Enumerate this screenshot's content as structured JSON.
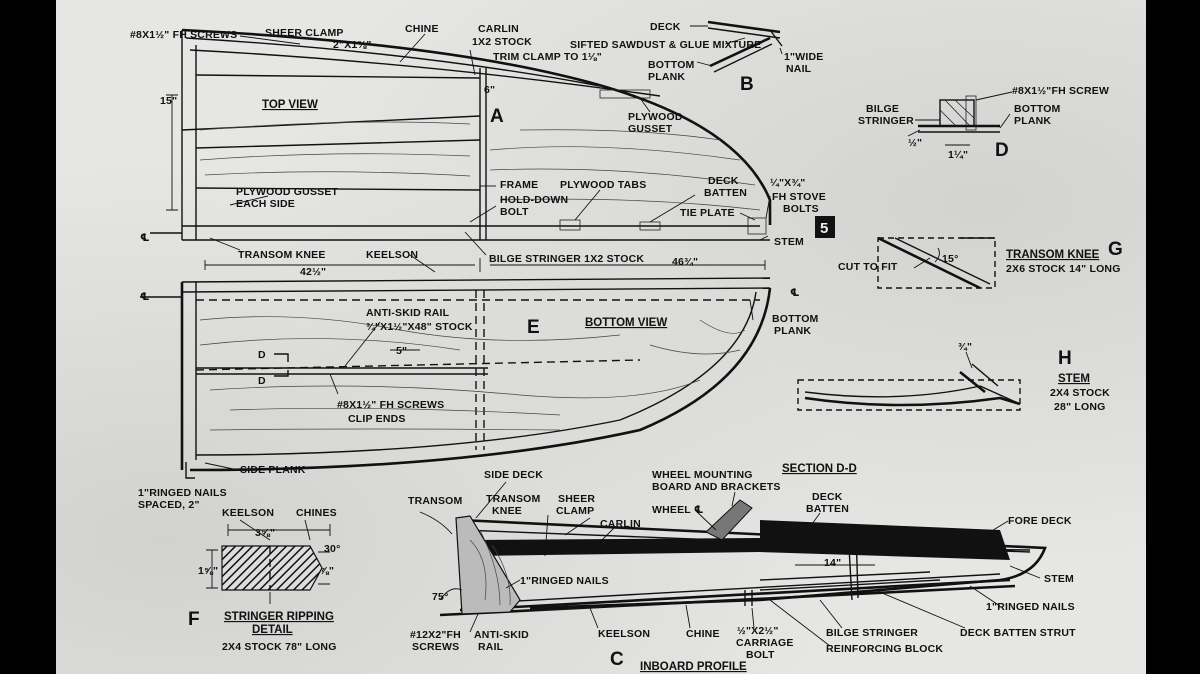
{
  "labels": {
    "fh_screws_top": "#8X1½\" FH SCREWS",
    "sheer_clamp_top": "SHEER CLAMP",
    "sheer_clamp_dim": "2\"X1⅜\"",
    "chine_top": "CHINE",
    "carlin_top": "CARLIN",
    "carlin_stock": "1X2 STOCK",
    "trim_clamp": "TRIM CLAMP TO 1⅛\"",
    "dim_15": "15\"",
    "dim_6": "6\"",
    "top_view": "TOP VIEW",
    "plywood_gusset": "PLYWOOD",
    "plywood_gusset2": "GUSSET",
    "plywood_gusset_each": "PLYWOOD GUSSET",
    "each_side": "EACH SIDE",
    "frame": "FRAME",
    "hold_down": "HOLD-DOWN",
    "bolt": "BOLT",
    "plywood_tabs": "PLYWOOD TABS",
    "deck_batten": "DECK",
    "deck_batten2": "BATTEN",
    "tie_plate": "TIE PLATE",
    "stove_bolts_dim": "¼\"X¾\"",
    "stove_bolts": "FH STOVE",
    "stove_bolts2": "BOLTS",
    "stem_top": "STEM",
    "cl_left": "℄",
    "cl_right": "℄",
    "transom_knee_top": "TRANSOM KNEE",
    "keelson_top": "KEELSON",
    "bilge_stringer_top": "BILGE STRINGER 1X2 STOCK",
    "dim_42": "42½\"",
    "dim_46": "46¾\"",
    "anti_skid": "ANTI-SKID RAIL",
    "anti_skid_stock": "¾\"X1½\"X48\" STOCK",
    "dim_5": "5\"",
    "d_upper": "D",
    "d_lower": "D",
    "bottom_view": "BOTTOM VIEW",
    "bottom_plank_right": "BOTTOM",
    "bottom_plank_right2": "PLANK",
    "fh_screws_clip": "#8X1½\" FH SCREWS",
    "clip_ends": "CLIP ENDS",
    "ringed_nails_bl": "1\"RINGED NAILS",
    "spaced": "SPACED, 2\"",
    "side_plank": "SIDE PLANK",
    "deck_b": "DECK",
    "sifted": "SIFTED SAWDUST & GLUE MIXTURE",
    "bottom_plank_b": "BOTTOM",
    "bottom_plank_b2": "PLANK",
    "wide_nail": "1\"WIDE",
    "wide_nail2": "NAIL",
    "bilge_d": "BILGE",
    "stringer_d": "STRINGER",
    "fh_screw_d": "#8X1½\"FH SCREW",
    "bottom_plank_d": "BOTTOM",
    "bottom_plank_d2": "PLANK",
    "dim_half_d": "½\"",
    "dim_quarter_d": "1¼\"",
    "cut_to_fit": "CUT TO FIT",
    "deg_15": "15°",
    "transom_knee_g": "TRANSOM KNEE",
    "transom_knee_g_stock": "2X6 STOCK 14\" LONG",
    "stem_h_dim": "¾\"",
    "stem_h": "STEM",
    "stem_h_stock": "2X4 STOCK",
    "stem_h_long": "28\" LONG",
    "keelson_f": "KEELSON",
    "chines_f": "CHINES",
    "dim_35_8": "3⅝\"",
    "deg_30": "30°",
    "dim_1_5_8": "1⅝\"",
    "dim_side_f": "⅞\"",
    "stringer_ripping": "STRINGER RIPPING",
    "detail": "DETAIL",
    "stringer_stock": "2X4 STOCK 78\" LONG",
    "side_deck": "SIDE DECK",
    "transom": "TRANSOM",
    "transom_knee_c": "TRANSOM",
    "transom_knee_c2": "KNEE",
    "sheer_clamp_c": "SHEER",
    "sheer_clamp_c2": "CLAMP",
    "carlin_c": "CARLIN",
    "wheel_mounting": "WHEEL MOUNTING",
    "board_brackets": "BOARD AND BRACKETS",
    "wheel_cl": "WHEEL ℄",
    "section_dd": "SECTION D-D",
    "deck_batten_c": "DECK",
    "deck_batten_c2": "BATTEN",
    "fore_deck": "FORE DECK",
    "dim_14": "14\"",
    "stem_c": "STEM",
    "ringed_nails_c": "1\"RINGED NAILS",
    "ringed_nails_c2": "1\"RINGED NAILS",
    "deg_75": "75°",
    "fh_screws_c": "#12X2\"FH",
    "screws_c": "SCREWS",
    "anti_skid_c": "ANTI-SKID",
    "rail_c": "RAIL",
    "keelson_c": "KEELSON",
    "chine_c": "CHINE",
    "carriage_dim": "½\"X2½\"",
    "carriage": "CARRIAGE",
    "carriage_bolt": "BOLT",
    "bilge_stringer_c": "BILGE STRINGER",
    "deck_batten_strut": "DECK BATTEN STRUT",
    "reinforcing": "REINFORCING BLOCK",
    "inboard_profile": "INBOARD PROFILE"
  },
  "callouts": {
    "A": "A",
    "B": "B",
    "C": "C",
    "D": "D",
    "E": "E",
    "F": "F",
    "G": "G",
    "H": "H",
    "fig": "5"
  }
}
